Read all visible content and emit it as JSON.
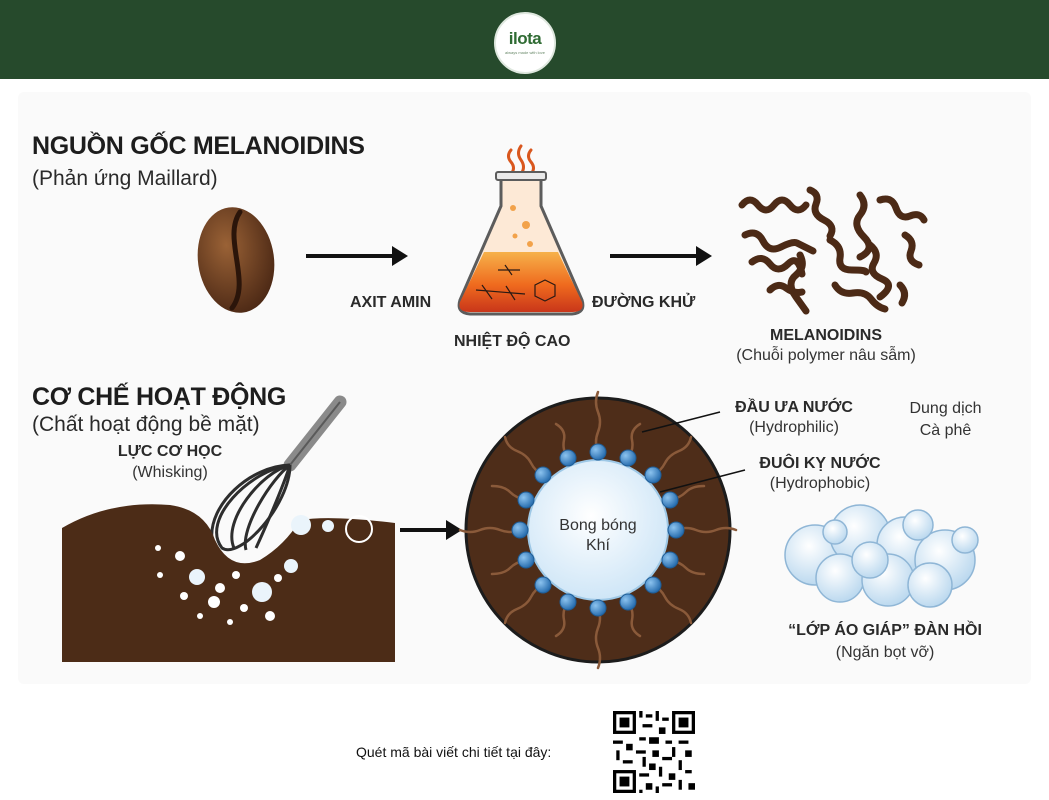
{
  "header": {
    "logo_text": "ilota",
    "logo_tagline": "always made with love"
  },
  "section1": {
    "title": "NGUỒN GỐC MELANOIDINS",
    "subtitle": "(Phản ứng Maillard)",
    "label_amino": "AXIT AMIN",
    "label_heat": "NHIỆT ĐỘ CAO",
    "label_sugar": "ĐƯỜNG KHỬ",
    "result_title": "MELANOIDINS",
    "result_sub": "(Chuỗi polymer nâu sẫm)"
  },
  "section2": {
    "title": "CƠ CHẾ HOẠT ĐỘNG",
    "subtitle": "(Chất hoạt động bề mặt)",
    "force_title": "LỰC CƠ HỌC",
    "force_sub": "(Whisking)",
    "bubble_line1": "Bong bóng",
    "bubble_line2": "Khí",
    "head_title": "ĐẦU ƯA NƯỚC",
    "head_sub": "(Hydrophilic)",
    "tail_title": "ĐUÔI KỴ NƯỚC",
    "tail_sub": "(Hydrophobic)",
    "solution_line1": "Dung dịch",
    "solution_line2": "Cà phê",
    "armor_title": "“LỚP ÁO GIÁP” ĐÀN HỒI",
    "armor_sub": "(Ngăn bọt vỡ)"
  },
  "footer": {
    "scan_text": "Quét mã bài viết chi tiết tại đây:"
  },
  "colors": {
    "header_bg": "#264a2c",
    "coffee_brown": "#5a3722",
    "bubble_blue": "#3b82c4"
  }
}
